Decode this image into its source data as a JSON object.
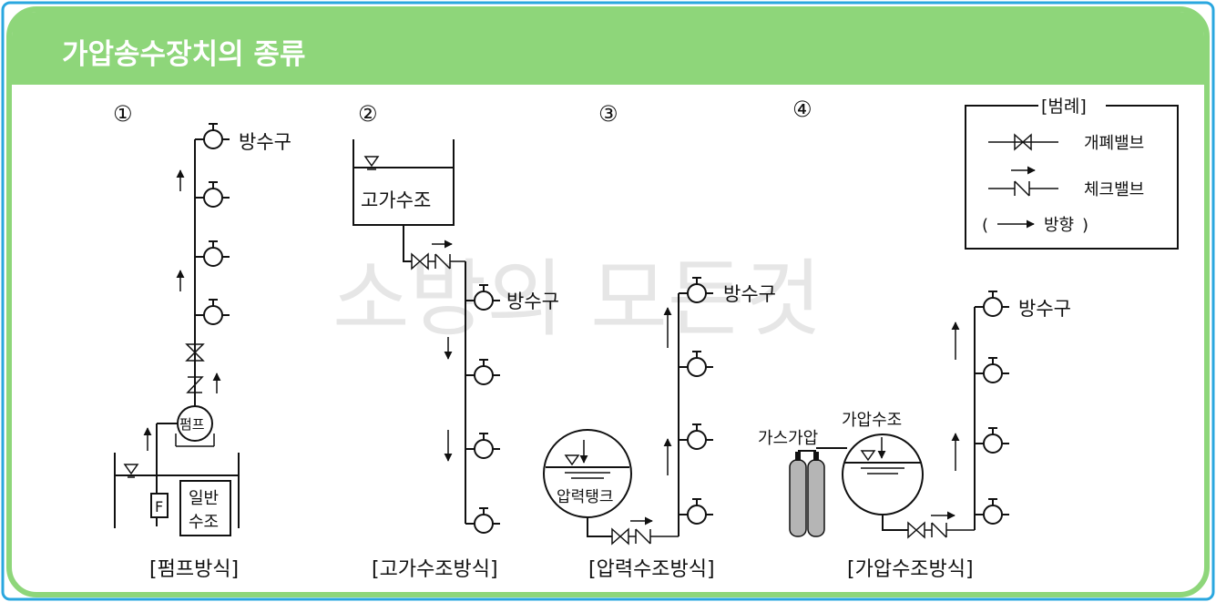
{
  "header": {
    "title": "가압송수장치의 종류"
  },
  "watermark": "소방의 모든것",
  "legend": {
    "title": "[범례]",
    "items": [
      "개폐밸브",
      "체크밸브",
      "방향"
    ]
  },
  "systems": [
    {
      "number": "①",
      "caption": "[펌프방식]",
      "outlet_label": "방수구",
      "pump_label": "펌프",
      "meter_label": "F",
      "tank_line1": "일반",
      "tank_line2": "수조"
    },
    {
      "number": "②",
      "caption": "[고가수조방식]",
      "outlet_label": "방수구",
      "tank_label": "고가수조"
    },
    {
      "number": "③",
      "caption": "[압력수조방식]",
      "outlet_label": "방수구",
      "tank_label": "압력탱크"
    },
    {
      "number": "④",
      "caption": "[가압수조방식]",
      "outlet_label": "방수구",
      "gas_label": "가스가압",
      "tank_label": "가압수조"
    }
  ],
  "colors": {
    "border": "#2aa7df",
    "header_green": "#8ed67a",
    "cylinder_gray": "#b5b5b5"
  }
}
